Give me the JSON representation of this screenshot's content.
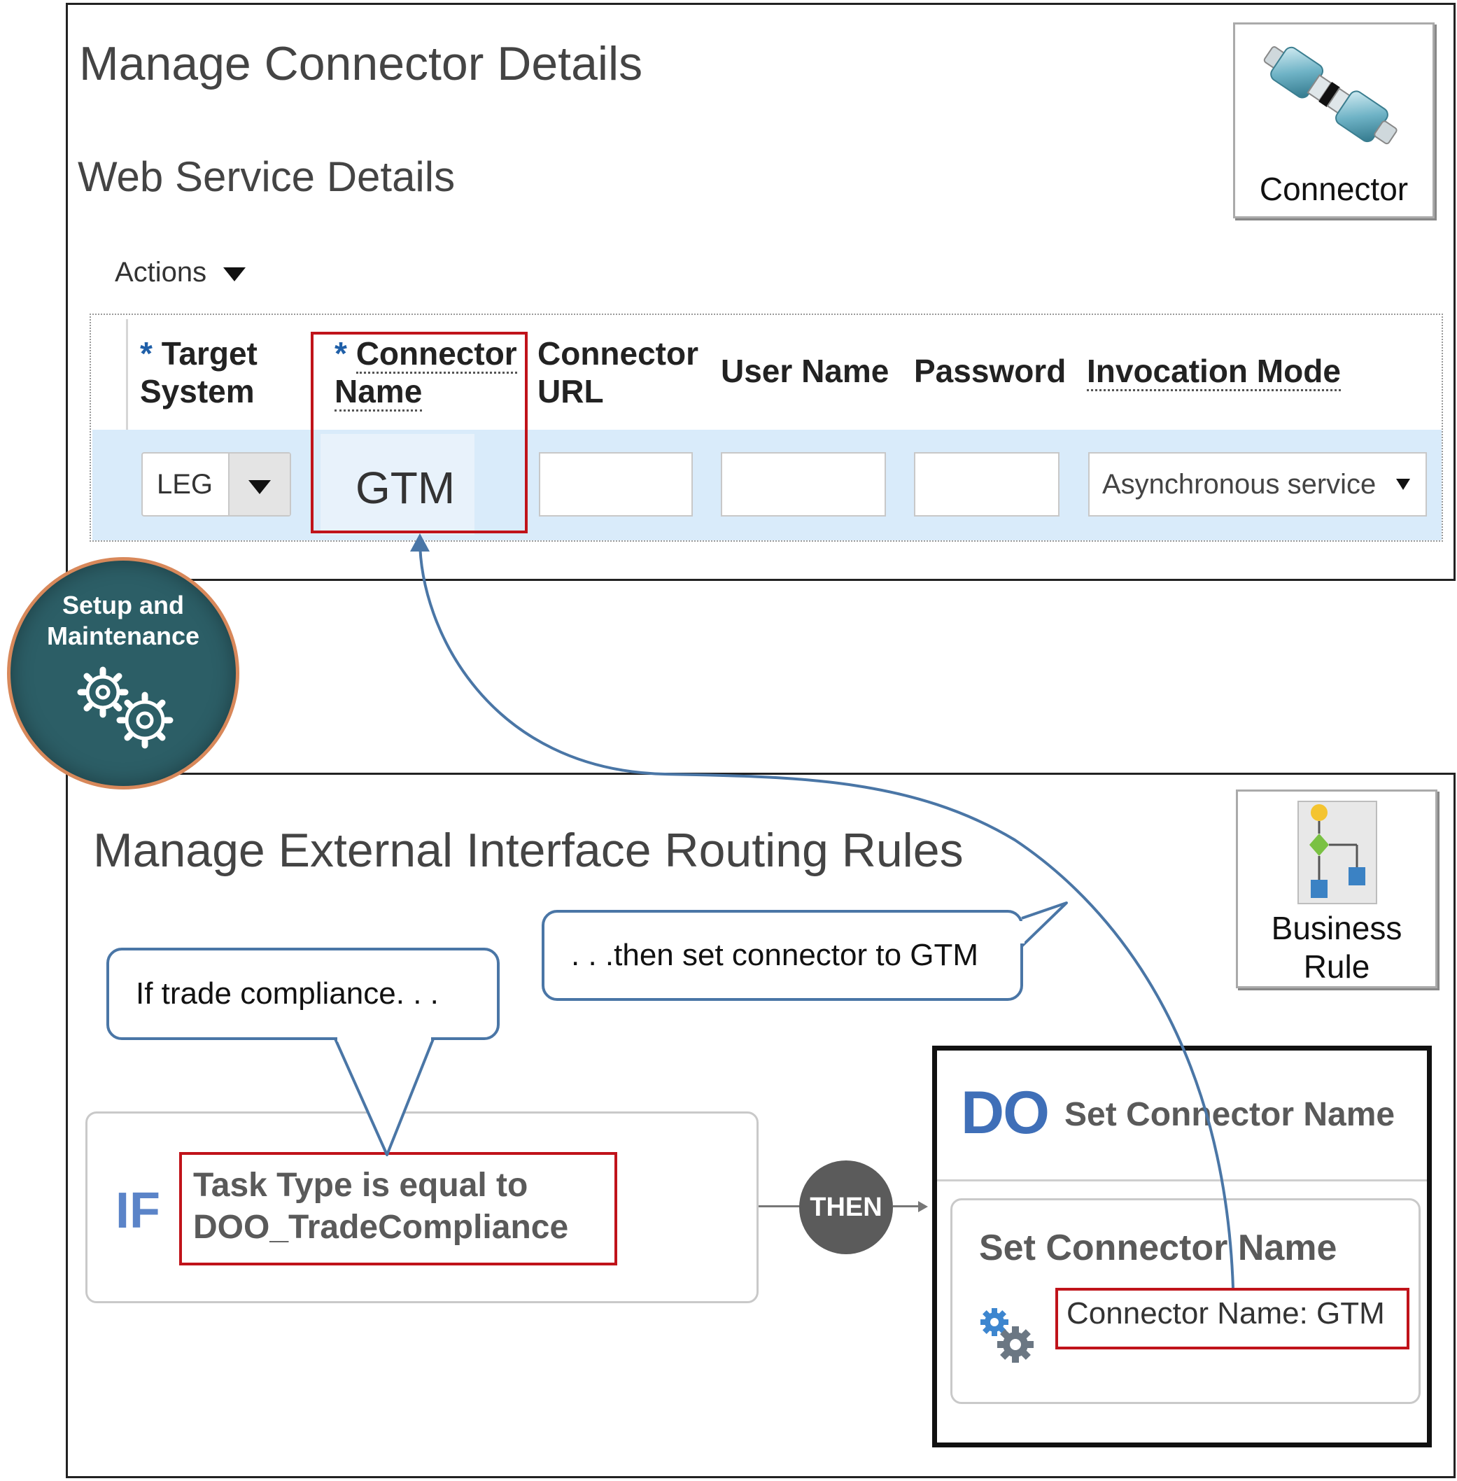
{
  "top_panel": {
    "title": "Manage Connector Details",
    "subtitle": "Web Service Details",
    "actions_label": "Actions",
    "table": {
      "columns": {
        "target_system": {
          "required_mark": "*",
          "line1": "Target",
          "line2": "System"
        },
        "connector_name": {
          "required_mark": "*",
          "line1": "Connector",
          "line2": "Name"
        },
        "connector_url": {
          "line1": "Connector",
          "line2": "URL"
        },
        "user_name": "User Name",
        "password": "Password",
        "invocation_mode": "Invocation Mode"
      },
      "row": {
        "target_system": "LEG",
        "connector_name": "GTM",
        "connector_url": "",
        "user_name": "",
        "password": "",
        "invocation_mode": "Asynchronous service"
      }
    }
  },
  "connector_tile": {
    "label": "Connector"
  },
  "setup_badge": {
    "line1": "Setup and",
    "line2": "Maintenance"
  },
  "bottom_panel": {
    "title": "Manage External Interface Routing Rules",
    "callout_if": "If trade compliance. . .",
    "callout_then": ". . .then set connector to GTM",
    "if_keyword": "IF",
    "if_condition_line1": "Task Type is equal to",
    "if_condition_line2": "DOO_TradeCompliance",
    "then_label": "THEN",
    "do_keyword": "DO",
    "do_title": "Set Connector Name",
    "action_title": "Set Connector Name",
    "action_value": "Connector Name: GTM"
  },
  "business_rule_tile": {
    "line1": "Business",
    "line2": "Rule"
  },
  "colors": {
    "accent_blue": "#4a76a6",
    "highlight_red": "#c0131a",
    "badge_teal": "#2c5e66",
    "badge_ring": "#d8885a",
    "row_highlight": "#d9ebfa",
    "then_circle": "#5b5b5b"
  }
}
